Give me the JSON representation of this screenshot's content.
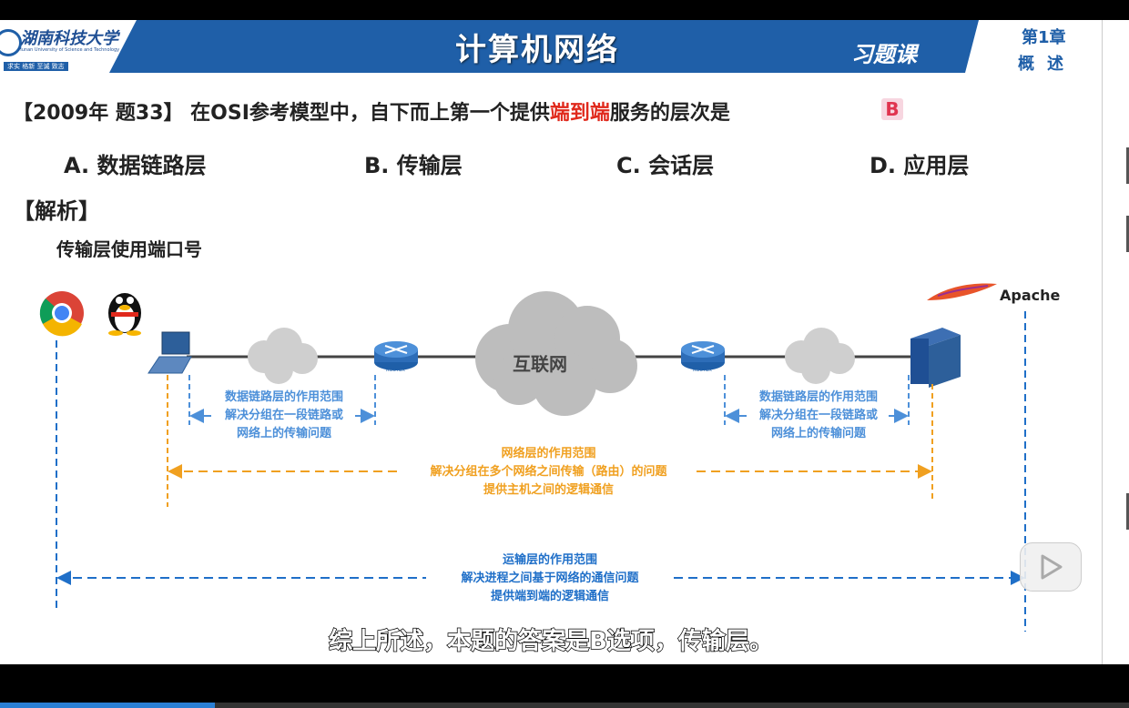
{
  "header": {
    "logo_name": "湖南科技大学",
    "logo_en": "Hunan University of Science and Technology",
    "logo_motto": "求实 格新   至诚 致志",
    "title": "计算机网络",
    "badge": "习题课",
    "chapter": "第1章",
    "chapter_name": "概述"
  },
  "question": {
    "prefix": "【2009年 题33】 在OSI参考模型中，自下而上第一个提供",
    "highlight": "端到端",
    "suffix": "服务的层次是",
    "answer": "B",
    "options": [
      "A. 数据链路层",
      "B. 传输层",
      "C. 会话层",
      "D. 应用层"
    ]
  },
  "analysis": {
    "heading": "【解析】",
    "subheading": "传输层使用端口号"
  },
  "diagram": {
    "cloud_label": "互联网",
    "router_label": "ROUTER",
    "apache_label": "Apache",
    "datalink_left": [
      "数据链路层的作用范围",
      "解决分组在一段链路或",
      "网络上的传输问题"
    ],
    "datalink_right": [
      "数据链路层的作用范围",
      "解决分组在一段链路或",
      "网络上的传输问题"
    ],
    "network": [
      "网络层的作用范围",
      "解决分组在多个网络之间传输（路由）的问题",
      "提供主机之间的逻辑通信"
    ],
    "transport": [
      "运输层的作用范围",
      "解决进程之间基于网络的通信问题",
      "提供端到端的逻辑通信"
    ]
  },
  "subtitle": "综上所述，本题的答案是B选项，传输层。",
  "colors": {
    "header_blue": "#1f5fa8",
    "highlight_red": "#e0291c",
    "datalink_blue": "#4d90d9",
    "network_orange": "#f0a020",
    "transport_blue": "#1f6fc8"
  },
  "video": {
    "progress": 0.19
  }
}
